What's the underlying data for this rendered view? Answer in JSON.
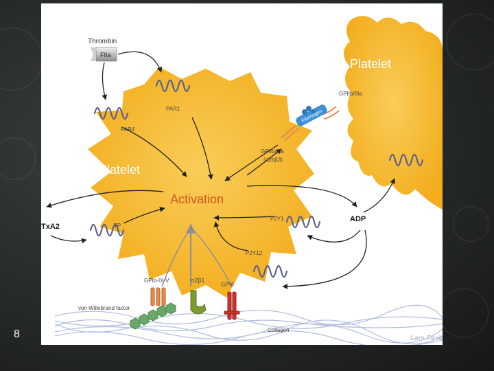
{
  "slide": {
    "number": "8"
  },
  "diagram": {
    "thrombin_label": "Thrombin",
    "fiia_label": "FIIa",
    "platelet_main_label": "Platelet",
    "platelet_secondary_label": "Platelet",
    "activation_label": "Activation",
    "receptors": {
      "par1": "PAR1",
      "par4": "PAR4",
      "gpiib_iiia_main_1": "GPIIb/IIIa",
      "gpiib_iiia_main_2": "(α2bβ3)",
      "gpiib_iiia_secondary": "GPIIb/IIIa",
      "tp": "TP",
      "p2y1": "P2Y1",
      "p2y12": "P2Y12",
      "gpib_ix_v": "GPIb-IX-V",
      "a2b1": "α2β1",
      "gpvi": "GPVI"
    },
    "fibrinogen_label": "Fibrinogen",
    "txa2_label": "TxA2",
    "adp_label": "ADP",
    "vwf_label": "von Willebrand factor",
    "collagen_label": "Collagen",
    "credit": "Lars Faxälv",
    "colors": {
      "platelet": "#f6b92b",
      "activation_text": "#d9541e",
      "receptor": "#5b5f8c",
      "collagen": "#a9b5de",
      "background": "#2b2f2f"
    }
  }
}
